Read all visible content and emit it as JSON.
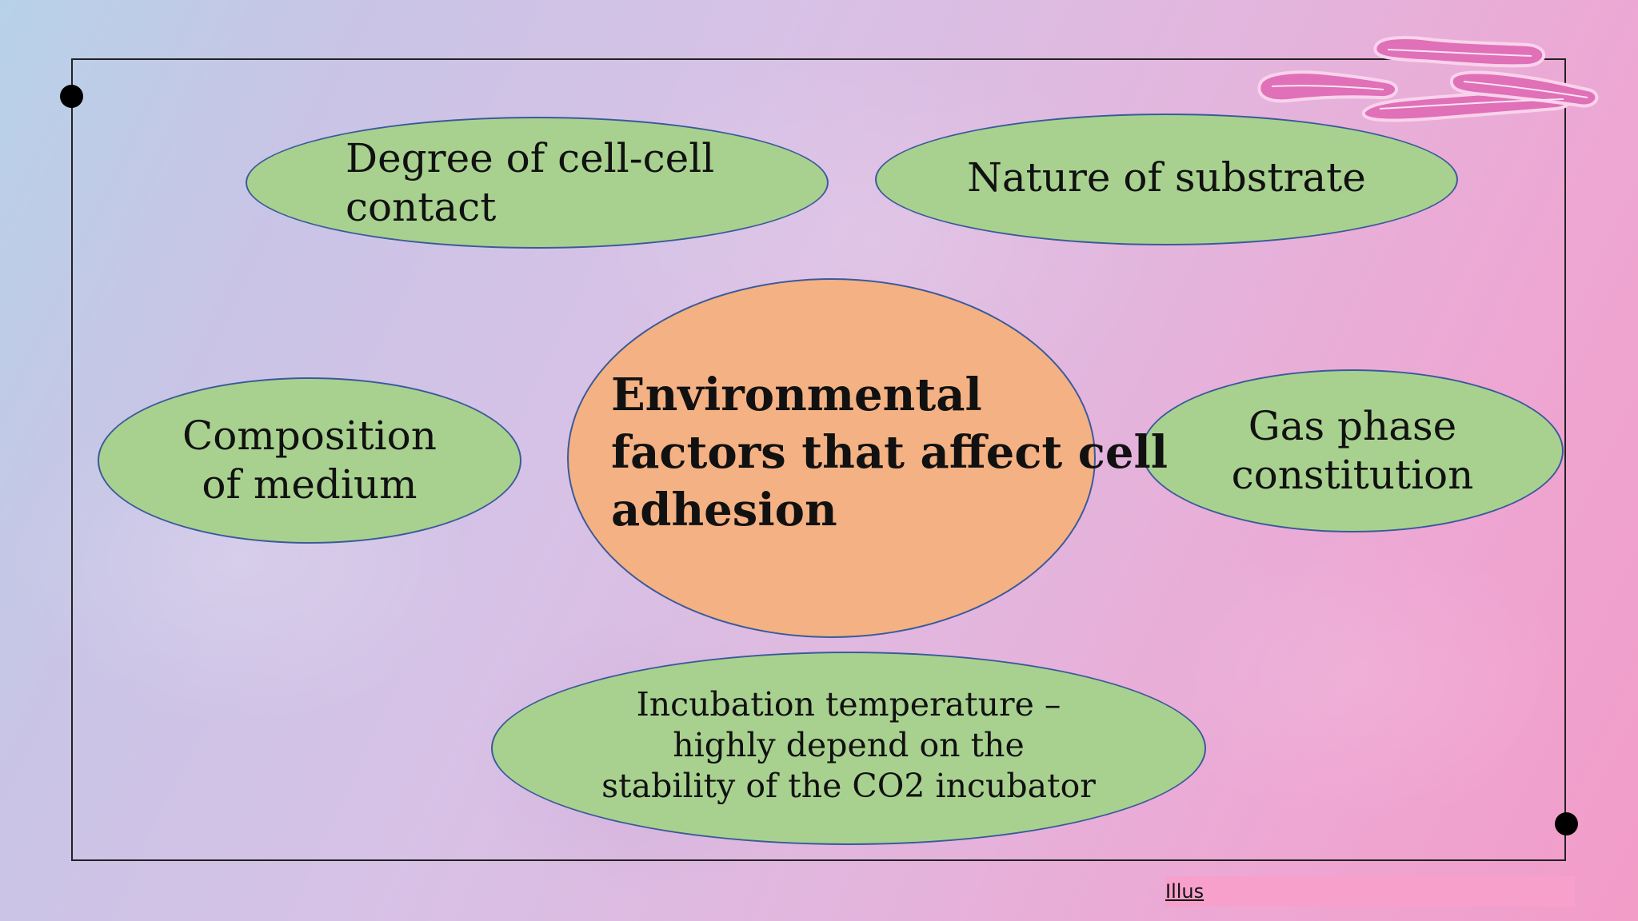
{
  "diagram": {
    "center": {
      "label": "Environmental\nfactors that affect cell\nadhesion"
    },
    "nodes": {
      "cell_contact": "Degree of cell-cell\ncontact",
      "substrate": "Nature of substrate",
      "medium": "Composition\nof medium",
      "gas_phase": "Gas phase\nconstitution",
      "incubation": "Incubation temperature –\nhighly depend on the\nstability of the CO2 incubator"
    }
  },
  "footer": {
    "link_text": "Illus"
  },
  "colors": {
    "node_fill": "#a8d18f",
    "center_fill": "#f4b183",
    "ellipse_stroke": "#3b5a9a",
    "decoration_pink": "#e070b8"
  },
  "icons": {
    "corner_decoration": "cell-organelle-icon"
  }
}
